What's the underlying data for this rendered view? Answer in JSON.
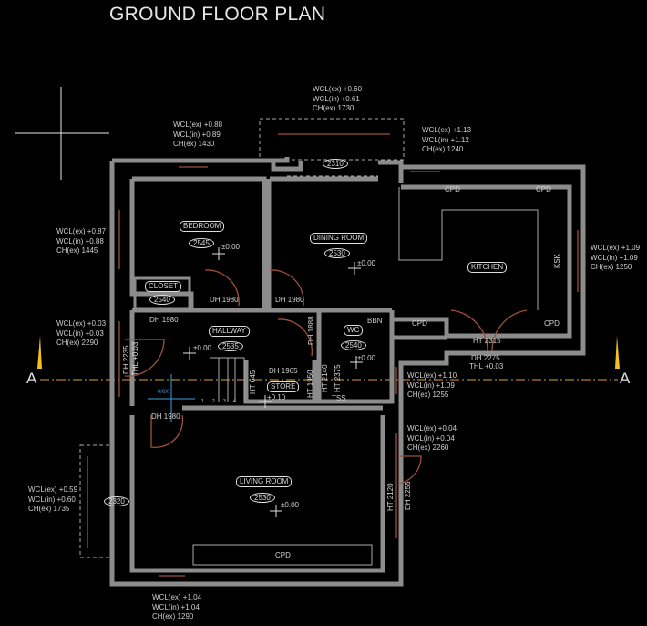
{
  "title": "GROUND FLOOR PLAN",
  "section_marker": "A",
  "window_notes": [
    [
      "WCL(ex) +0.60",
      "WCL(in) +0.61",
      "CH(ex) 1730"
    ],
    [
      "WCL(ex) +0.88",
      "WCL(in) +0.89",
      "CH(ex) 1430"
    ],
    [
      "WCL(ex) +1.13",
      "WCL(in) +1.12",
      "CH(ex) 1240"
    ],
    [
      "WCL(ex) +0.87",
      "WCL(in) +0.88",
      "CH(ex) 1445"
    ],
    [
      "WCL(ex) +1.09",
      "WCL(in) +1.09",
      "CH(ex) 1250"
    ],
    [
      "WCL(ex) +0.03",
      "WCL(in) +0.03",
      "CH(ex) 2290"
    ],
    [
      "WCL(ex) +1.10",
      "WCL(in) +1.09",
      "CH(ex) 1255"
    ],
    [
      "WCL(ex) +0.04",
      "WCL(in) +0.04",
      "CH(ex) 2260"
    ],
    [
      "WCL(ex) +0.59",
      "WCL(in) +0.60",
      "CH(ex) 1735"
    ],
    [
      "WCL(ex) +1.04",
      "WCL(in) +1.04",
      "CH(ex) 1290"
    ]
  ],
  "rooms": {
    "bedroom": {
      "name": "BEDROOM",
      "height": "2545",
      "level": "±0.00"
    },
    "dining": {
      "name": "DINING ROOM",
      "height": "2530",
      "level": "±0.00"
    },
    "kitchen": {
      "name": "KITCHEN"
    },
    "closet": {
      "name": "CLOSET",
      "height": "2540"
    },
    "hallway": {
      "name": "HALLWAY",
      "height": "2535",
      "level": "±0.00"
    },
    "wc": {
      "name": "WC",
      "height": "2540",
      "level": "±0.00"
    },
    "store": {
      "name": "STORE",
      "level": "+0.10"
    },
    "living": {
      "name": "LIVING ROOM",
      "height": "2530",
      "level": "±0.00"
    }
  },
  "bay_heights": {
    "dining_bay": "2310",
    "living_bay": "2320"
  },
  "annotations": {
    "cpd": "CPD",
    "ksk": "KSK",
    "bbn": "BBN",
    "tss": "TSS",
    "ht2315": "HT 2315",
    "dh2275": "DH 2275",
    "thl1": "THL +0.03",
    "dh1980": "DH 1980",
    "dh1965": "DH 1965",
    "dh1888": "DH 1888",
    "dh2235": "DH 2235",
    "thl2": "THL +0.03",
    "ht645": "HT 645",
    "ht1950": "HT 1950",
    "ht2140": "HT 2140",
    "ht2375": "HT 2375",
    "ht2120": "HT 2120",
    "dh2255": "DH 2255",
    "blue": "0/0/0",
    "stairs": [
      "1",
      "2",
      "3",
      "4"
    ]
  },
  "colors": {
    "wall": "#8c8c8c",
    "door": "#a0503a",
    "section": "#d9a040",
    "marker": "#f0c020"
  }
}
